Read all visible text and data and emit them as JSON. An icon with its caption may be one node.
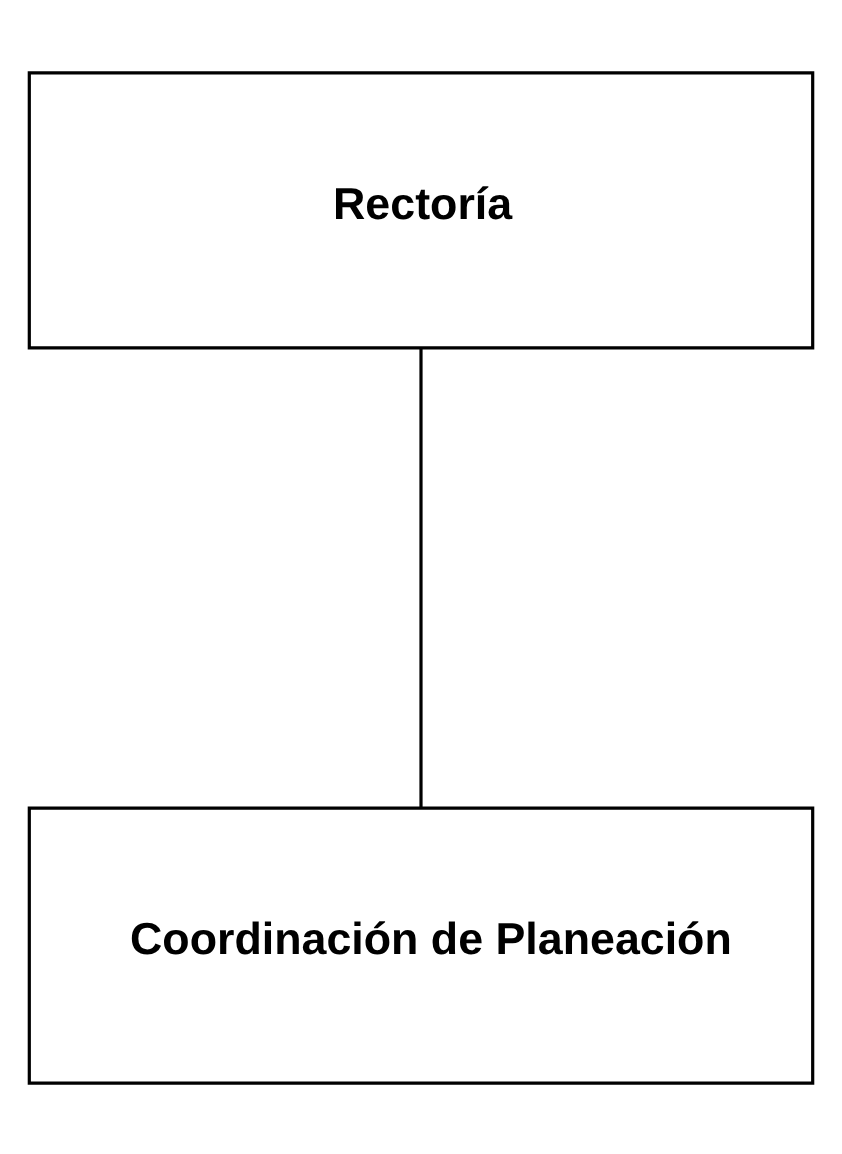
{
  "diagram": {
    "nodes": [
      {
        "text": [
          "Rectoría"
        ]
      },
      {
        "text": [
          "Coordinación de Planeación"
        ]
      }
    ],
    "edges": [
      {
        "from": 0,
        "to": 1,
        "arrow": "none"
      }
    ]
  }
}
